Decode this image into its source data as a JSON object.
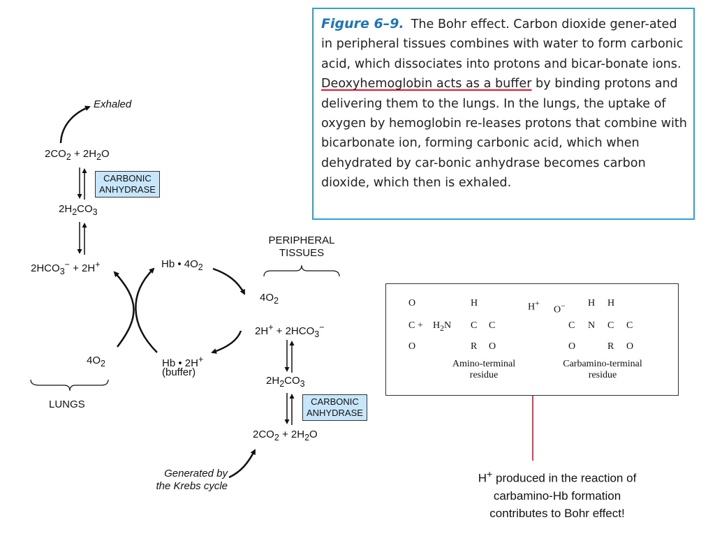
{
  "caption": {
    "fig_label": "Figure 6–9.",
    "text_before": "The Bohr effect. Carbon dioxide gener-ated in peripheral tissues combines with water to form carbonic acid, which dissociates into protons and bicar-bonate ions.",
    "highlight": "Deoxyhemoglobin acts as a buffer",
    "text_after": "by binding protons and delivering them to the lungs. In the lungs, the uptake of oxygen by hemoglobin re-leases protons that combine with bicarbonate ion, forming carbonic acid, which when dehydrated by car-bonic anhydrase becomes carbon dioxide, which then is exhaled."
  },
  "diagram": {
    "exhaled": "Exhaled",
    "lungs_top": {
      "co2_h2o": [
        "2CO",
        "2",
        " + 2H",
        "2",
        "O"
      ],
      "h2co3": [
        "2H",
        "2",
        "CO",
        "3"
      ],
      "hco3_h": [
        "2HCO",
        "3",
        "−",
        " + 2H",
        "+"
      ]
    },
    "enzyme_label_line1": "CARBONIC",
    "enzyme_label_line2": "ANHYDRASE",
    "hb_4o2": [
      "Hb • 4O",
      "2"
    ],
    "hb_2h": [
      "Hb • 2H",
      "+"
    ],
    "buffer": "(buffer)",
    "lungs_4o2": [
      "4O",
      "2"
    ],
    "lungs": "LUNGS",
    "peripheral_line1": "PERIPHERAL",
    "peripheral_line2": "TISSUES",
    "tissue_4o2": [
      "4O",
      "2"
    ],
    "tissue_h_hco3": [
      "2H",
      "+",
      " + 2HCO",
      "3",
      "−"
    ],
    "tissue_h2co3": [
      "2H",
      "2",
      "CO",
      "3"
    ],
    "tissue_co2_h2o": [
      "2CO",
      "2",
      " + 2H",
      "2",
      "O"
    ],
    "krebs_line1": "Generated by",
    "krebs_line2": "the Krebs cycle"
  },
  "structure": {
    "atom_O": "O",
    "atom_C": "C",
    "atom_H": "H",
    "atom_R": "R",
    "plus": "+",
    "h2n": [
      "H",
      "2",
      "N"
    ],
    "hplus": [
      "H",
      "+"
    ],
    "ominus": [
      "O",
      "−"
    ],
    "label_amino_1": "Amino-terminal",
    "label_amino_2": "residue",
    "label_carb_1": "Carbamino-terminal",
    "label_carb_2": "residue"
  },
  "note": {
    "hplus": [
      "H",
      "+"
    ],
    "line1": " produced in the reaction of",
    "line2": "carbamino-Hb formation",
    "line3": "contributes to  Bohr effect!"
  },
  "colors": {
    "caption_border": "#2aa3d8",
    "fig_label": "#1a76b8",
    "highlight": "#e8102a",
    "enzyme_box": "#c7e6fa",
    "annotation": "#d0021b"
  }
}
